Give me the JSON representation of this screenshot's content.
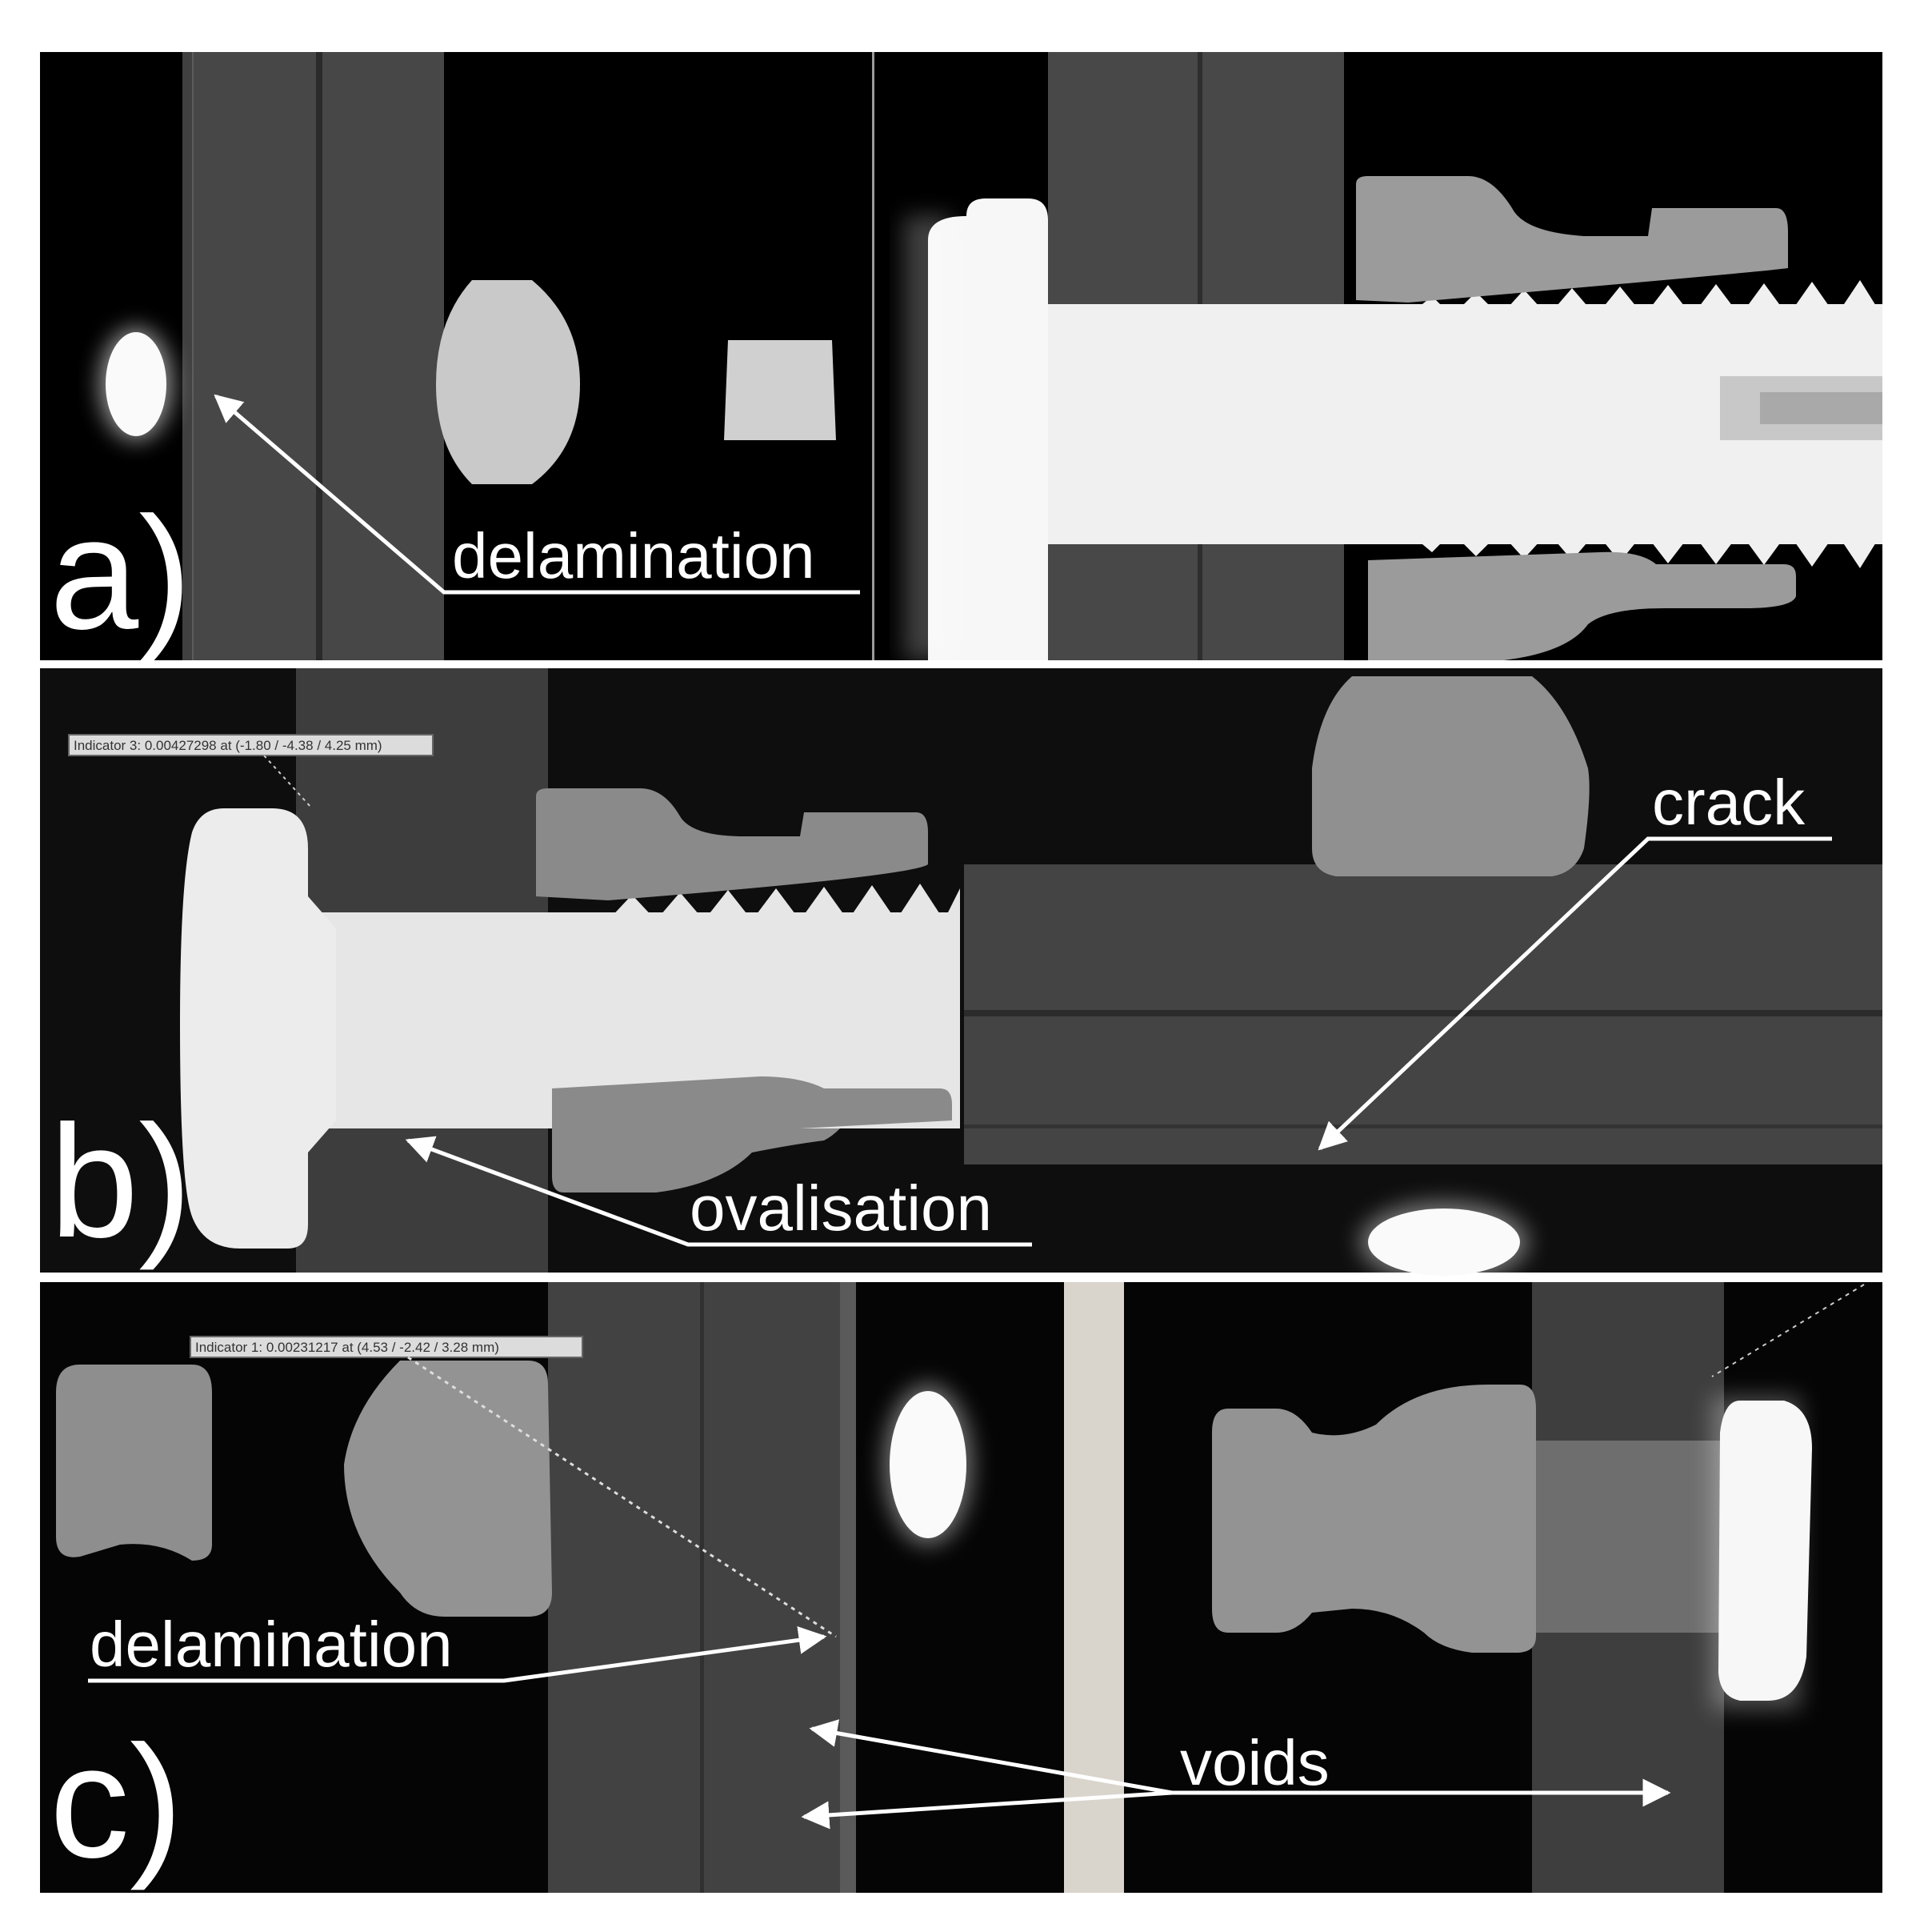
{
  "panels": [
    {
      "letter": "a)"
    },
    {
      "letter": "b)"
    },
    {
      "letter": "c)"
    }
  ],
  "annotations": {
    "a_delamination": "delamination",
    "b_crack": "crack",
    "b_ovalisation": "ovalisation",
    "c_delamination": "delamination",
    "c_voids": "voids"
  },
  "indicators": {
    "b": "Indicator 3: 0.00427298 at (-1.80 / -4.38 / 4.25 mm)",
    "c": "Indicator 1: 0.00231217 at (4.53 / -2.42 / 3.28 mm)"
  },
  "colors": {
    "background": "#000000",
    "text": "#ffffff",
    "laminate": "#4a4a4a",
    "metal": "#f2f2f2",
    "collar": "#8e8e8e",
    "divider_bar": "#d9d4cc"
  }
}
